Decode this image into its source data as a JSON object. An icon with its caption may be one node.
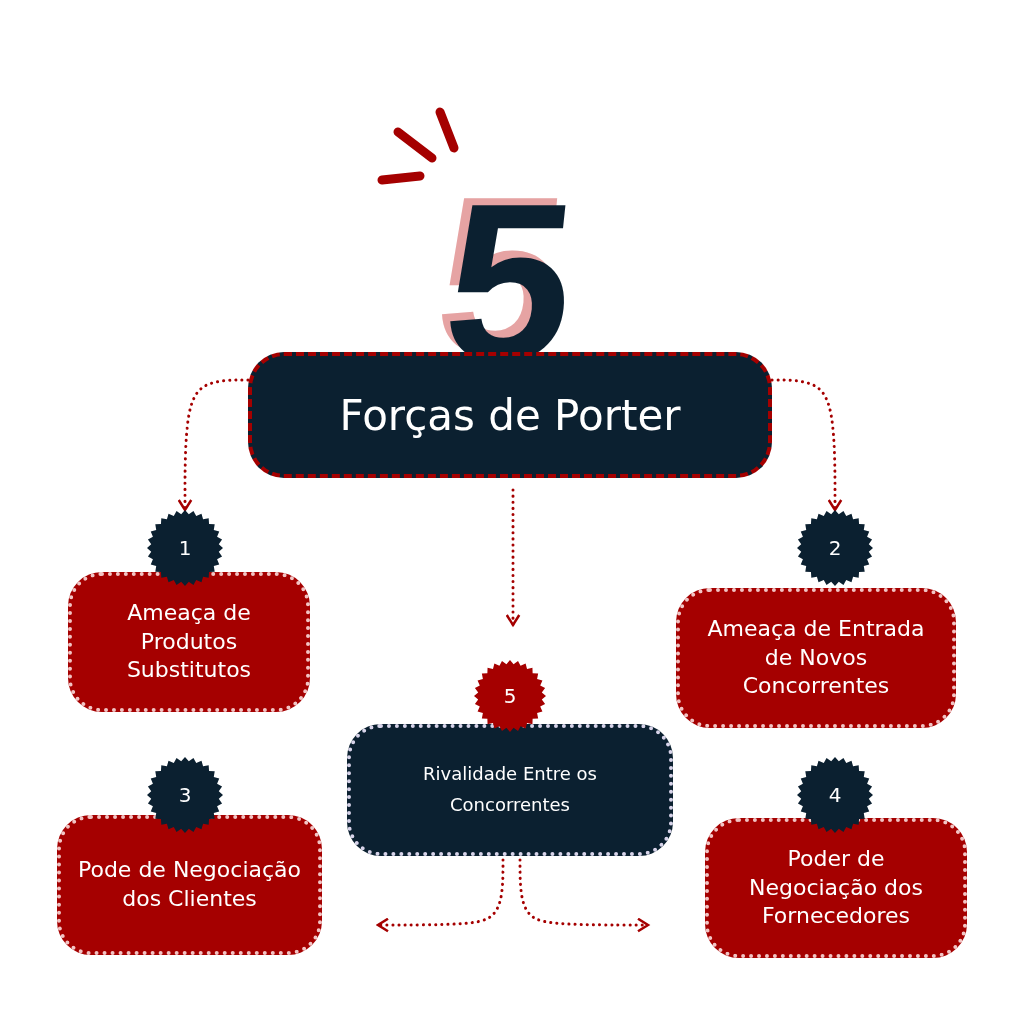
{
  "diagram": {
    "nodes": [
      {
        "text": [
          "5",
          "Forças de Porter"
        ]
      },
      {
        "text": [
          "1"
        ]
      },
      {
        "text": [
          "Ameaça de Produtos Substitutos"
        ]
      },
      {
        "text": [
          "2"
        ]
      },
      {
        "text": [
          "Ameaça de Entrada de Novos Concorrentes"
        ]
      },
      {
        "text": [
          "5"
        ]
      },
      {
        "text": [
          "Rivalidade Entre os Concorrentes"
        ]
      },
      {
        "text": [
          "3"
        ]
      },
      {
        "text": [
          "Pode de Negociação dos Clientes"
        ]
      },
      {
        "text": [
          "4"
        ]
      },
      {
        "text": [
          "Poder de Negociação dos Fornecedores"
        ]
      }
    ],
    "edges": [
      {
        "from": 0,
        "to": 1,
        "arrow": "to"
      },
      {
        "from": 0,
        "to": 3,
        "arrow": "to"
      },
      {
        "from": 0,
        "to": null,
        "arrow": "to"
      },
      {
        "from": 6,
        "to": null,
        "arrow": "to"
      },
      {
        "from": 6,
        "to": null,
        "arrow": "to"
      }
    ]
  }
}
